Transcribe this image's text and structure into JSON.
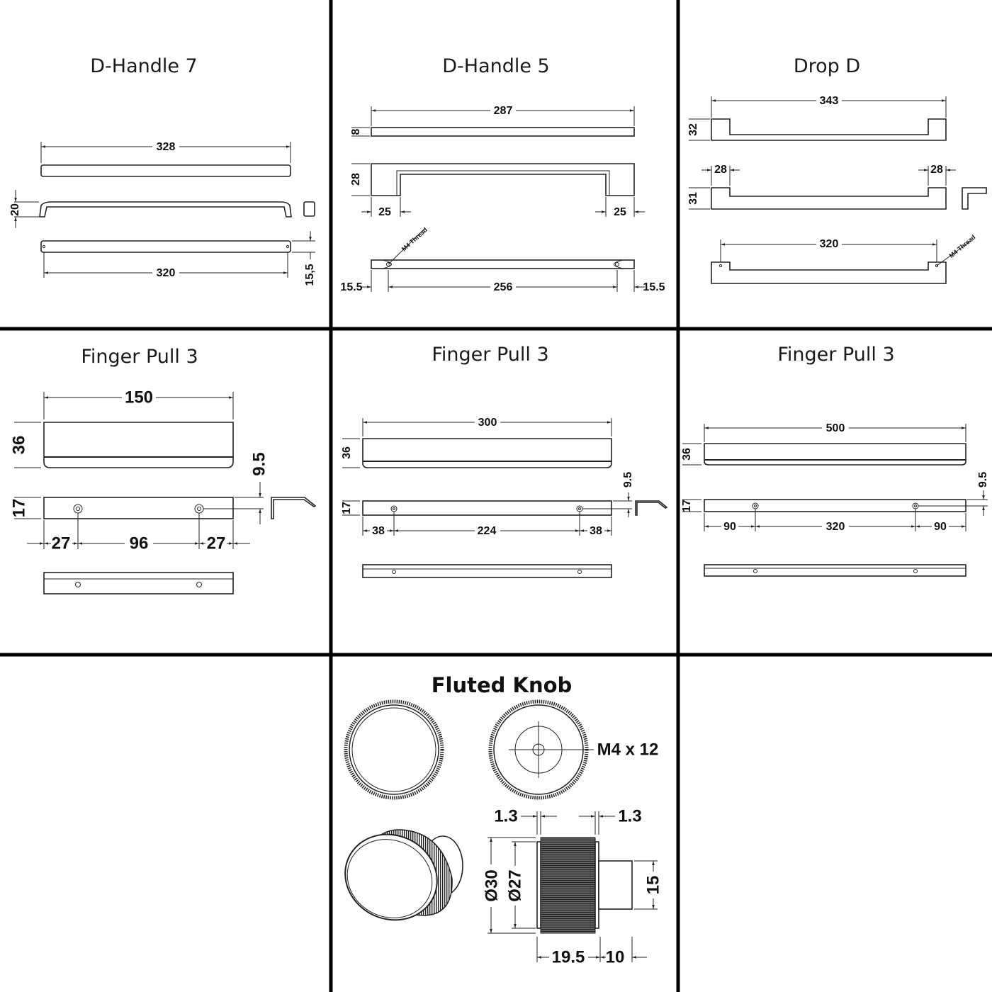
{
  "panels": {
    "d_handle_7": {
      "title": "D-Handle 7",
      "length": "328",
      "height": "20",
      "centres": "320",
      "depth": "15,5"
    },
    "d_handle_5": {
      "title": "D-Handle 5",
      "length": "287",
      "thickness": "8",
      "height": "28",
      "leg_left": "25",
      "leg_right": "25",
      "thread": "M4 Thread",
      "offset_left": "15.5",
      "centres": "256",
      "offset_right": "15.5"
    },
    "drop_d": {
      "title": "Drop D",
      "length": "343",
      "height_top": "32",
      "leg_left": "28",
      "leg_right": "28",
      "height_mid": "31",
      "centres": "320",
      "thread": "M4 Thread"
    },
    "finger_pull_150": {
      "title": "Finger Pull 3",
      "length": "150",
      "height": "36",
      "lip": "9.5",
      "depth": "17",
      "offset_left": "27",
      "centres": "96",
      "offset_right": "27"
    },
    "finger_pull_300": {
      "title": "Finger Pull 3",
      "length": "300",
      "height": "36",
      "lip": "9.5",
      "depth": "17",
      "offset_left": "38",
      "centres": "224",
      "offset_right": "38"
    },
    "finger_pull_500": {
      "title": "Finger Pull 3",
      "length": "500",
      "height": "36",
      "lip": "9.5",
      "depth": "17",
      "offset_left": "90",
      "centres": "320",
      "offset_right": "90"
    },
    "fluted_knob": {
      "title": "Fluted Knob",
      "thread": "M4 x 12",
      "ring_left": "1.3",
      "ring_right": "1.3",
      "dia_outer": "Ø30",
      "dia_inner": "Ø27",
      "shaft_dia": "15",
      "body_length": "19.5",
      "shaft_length": "10"
    }
  }
}
